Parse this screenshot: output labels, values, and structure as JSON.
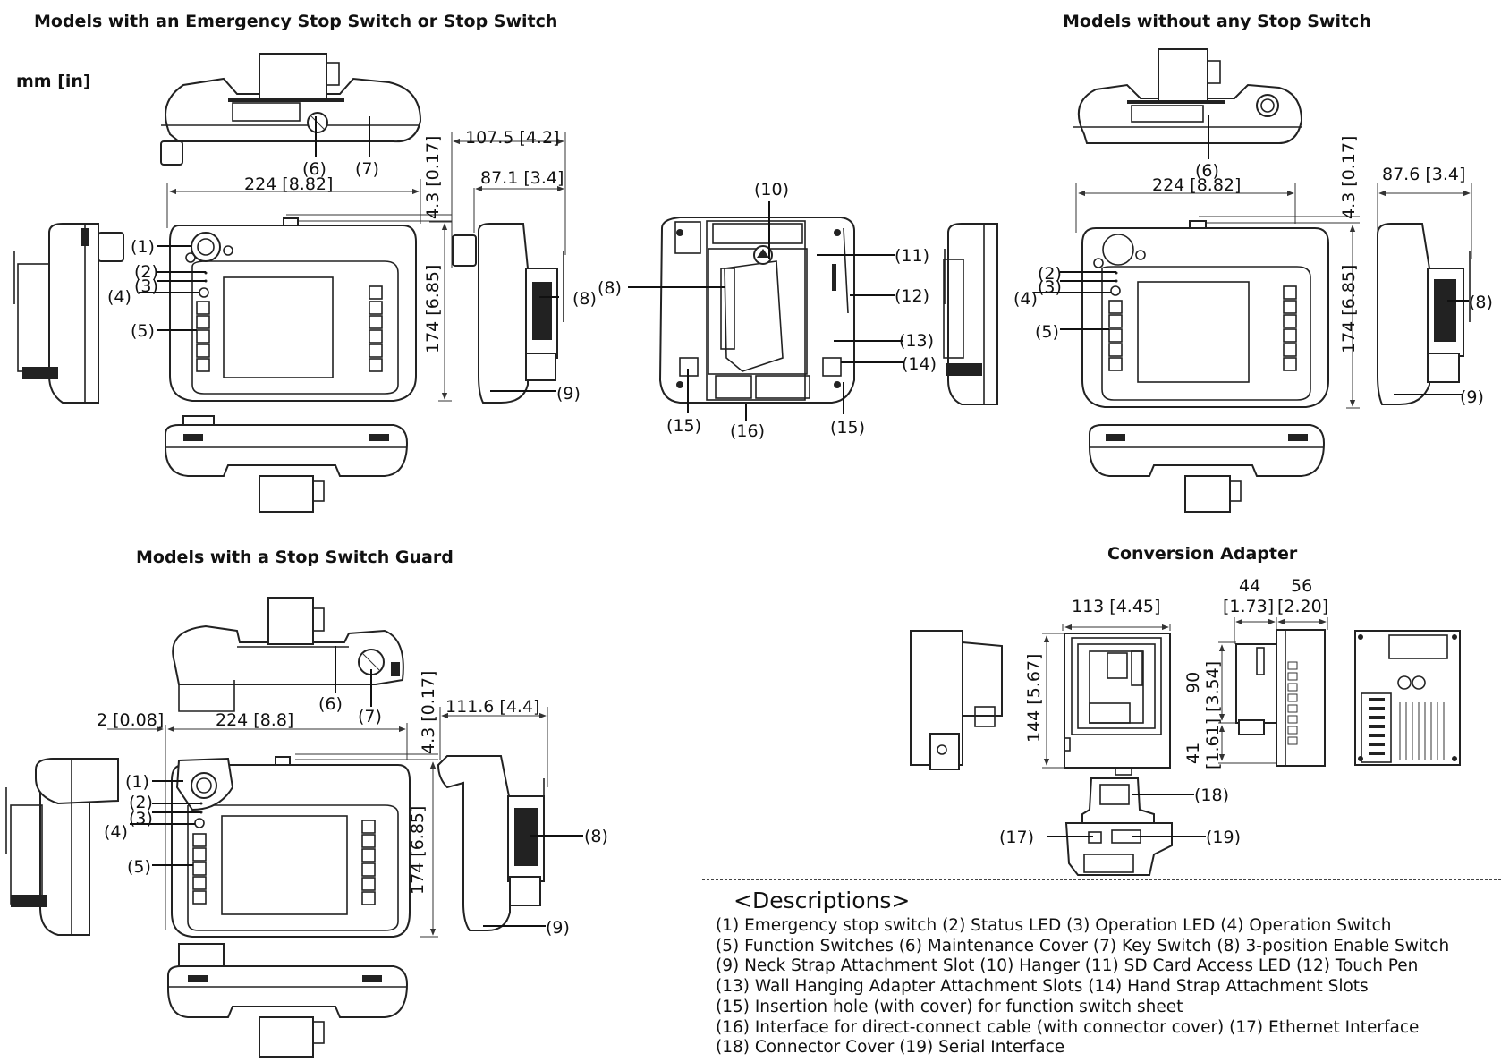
{
  "units_label": "mm [in]",
  "sections": {
    "estop": {
      "title": "Models with an Emergency Stop Switch or Stop Switch",
      "callouts": [
        "(1)",
        "(2)",
        "(3)",
        "(4)",
        "(5)",
        "(6)",
        "(7)",
        "(8)",
        "(9)"
      ],
      "dims": {
        "width": "224 [8.82]",
        "height": "174 [6.85]",
        "top_offset": "4.3 [0.17]",
        "depth_total": "107.5 [4.2]",
        "depth_body": "87.1 [3.4]"
      }
    },
    "rear": {
      "callouts": [
        "(8)",
        "(10)",
        "(11)",
        "(12)",
        "(13)",
        "(14)",
        "(15)",
        "(16)",
        "(15)"
      ]
    },
    "nostop": {
      "title": "Models without any Stop Switch",
      "callouts": [
        "(2)",
        "(3)",
        "(4)",
        "(5)",
        "(6)",
        "(8)",
        "(9)"
      ],
      "dims": {
        "width": "224 [8.82]",
        "height": "174 [6.85]",
        "top_offset": "4.3 [0.17]",
        "depth": "87.6 [3.4]"
      }
    },
    "guard": {
      "title": "Models with a Stop Switch Guard",
      "callouts": [
        "(1)",
        "(2)",
        "(3)",
        "(4)",
        "(5)",
        "(6)",
        "(7)",
        "(8)",
        "(9)"
      ],
      "dims": {
        "guard_offset": "2 [0.08]",
        "width": "224 [8.8]",
        "height": "174 [6.85]",
        "top_offset": "4.3 [0.17]",
        "depth": "111.6 [4.4]"
      }
    },
    "adapter": {
      "title": "Conversion Adapter",
      "callouts": [
        "(17)",
        "(18)",
        "(19)"
      ],
      "dims": {
        "width": "113 [4.45]",
        "height": "144 [5.67]",
        "depth_a": "44",
        "depth_a_in": "[1.73]",
        "depth_b": "56",
        "depth_b_in": "[2.20]",
        "upper_h": "90",
        "upper_h_in": "[3.54]",
        "lower_h": "41",
        "lower_h_in": "[1.61]"
      }
    }
  },
  "descriptions": {
    "heading": "<Descriptions>",
    "lines": [
      "(1) Emergency stop switch (2) Status LED (3) Operation LED (4) Operation Switch",
      "(5) Function Switches (6) Maintenance Cover (7) Key Switch (8) 3-position Enable Switch",
      "(9) Neck Strap Attachment Slot (10) Hanger (11) SD Card Access LED (12) Touch Pen",
      "(13) Wall Hanging Adapter Attachment Slots (14) Hand Strap Attachment Slots",
      "(15) Insertion hole (with cover) for function switch sheet",
      "(16) Interface for direct-connect cable (with connector cover) (17) Ethernet Interface",
      "(18) Connector Cover (19) Serial Interface"
    ]
  }
}
